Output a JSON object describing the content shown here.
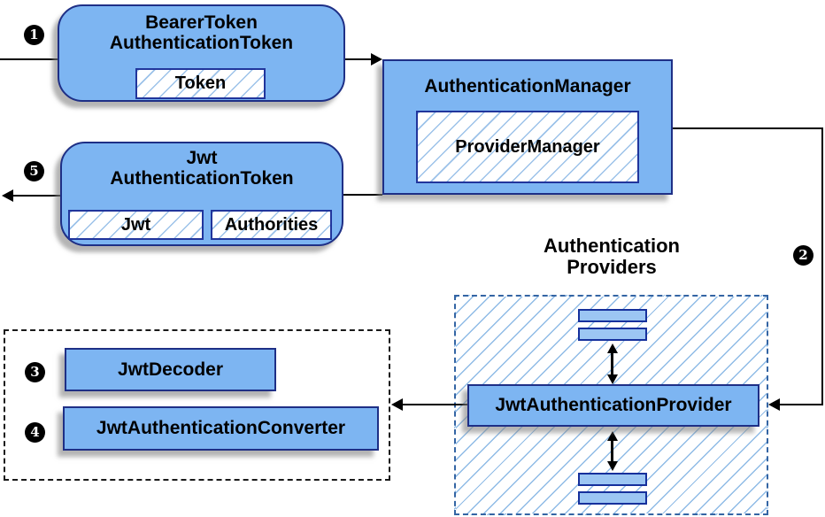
{
  "colors": {
    "node_fill": "#7db5f2",
    "node_border": "#1e2f86",
    "chip_border": "#21359c",
    "bar_fill": "#9cc6f3",
    "hatch_line": "#8fbbe6",
    "providers_dashed_border": "#3465a4",
    "converters_dashed_border": "#1a1a1a",
    "arrow": "#000000",
    "shadow": "#828282",
    "badge_bg": "#000000",
    "badge_text": "#ffffff"
  },
  "nodes": {
    "bearer": {
      "title1": "BearerToken",
      "title2": "AuthenticationToken",
      "chip": "Token"
    },
    "auth_manager": {
      "title": "AuthenticationManager",
      "inner": "ProviderManager"
    },
    "jwt_token": {
      "title1": "Jwt",
      "title2": "AuthenticationToken",
      "chip1": "Jwt",
      "chip2": "Authorities"
    },
    "providers": {
      "label1": "Authentication",
      "label2": "Providers",
      "provider": "JwtAuthenticationProvider"
    },
    "converters": {
      "decoder": "JwtDecoder",
      "converter": "JwtAuthenticationConverter"
    }
  },
  "badges": {
    "step1": "1",
    "step2": "2",
    "step3": "3",
    "step4": "4",
    "step5": "5"
  }
}
